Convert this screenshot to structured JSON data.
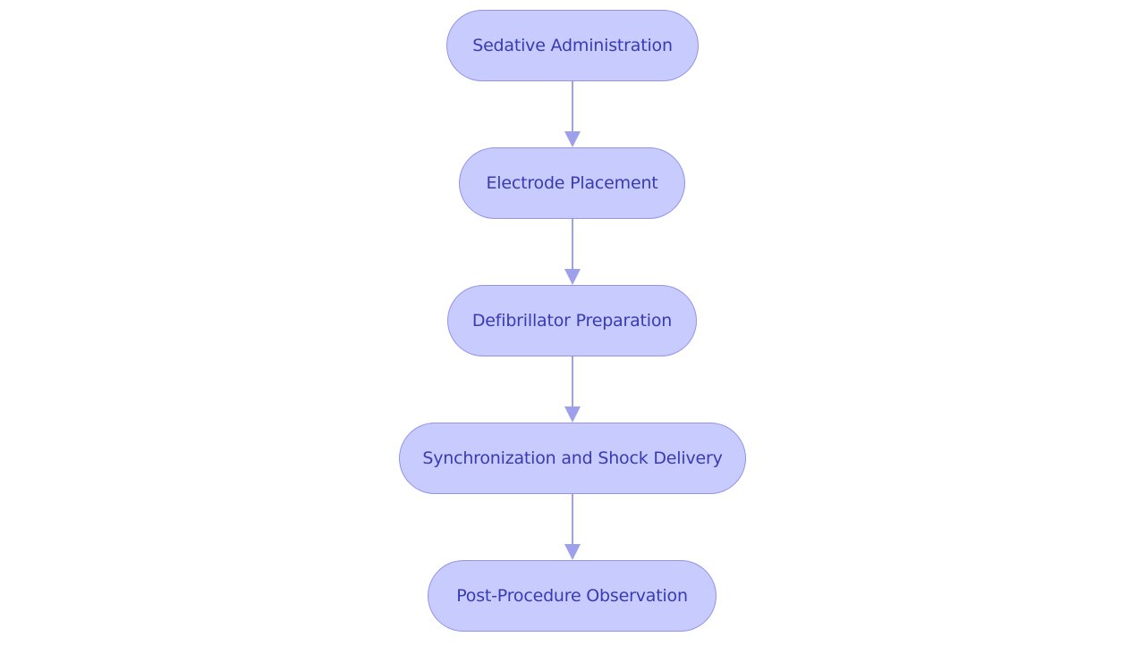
{
  "diagram": {
    "colors": {
      "node_fill": "#c8cbfd",
      "node_border": "#9393eb",
      "node_text": "#3a3ab4",
      "edge": "#9ea0ec"
    },
    "nodes": [
      {
        "id": "n1",
        "label": "Sedative Administration"
      },
      {
        "id": "n2",
        "label": "Electrode Placement"
      },
      {
        "id": "n3",
        "label": "Defibrillator Preparation"
      },
      {
        "id": "n4",
        "label": "Synchronization and Shock Delivery"
      },
      {
        "id": "n5",
        "label": "Post-Procedure Observation"
      }
    ],
    "edges": [
      {
        "from": "n1",
        "to": "n2"
      },
      {
        "from": "n2",
        "to": "n3"
      },
      {
        "from": "n3",
        "to": "n4"
      },
      {
        "from": "n4",
        "to": "n5"
      }
    ]
  }
}
